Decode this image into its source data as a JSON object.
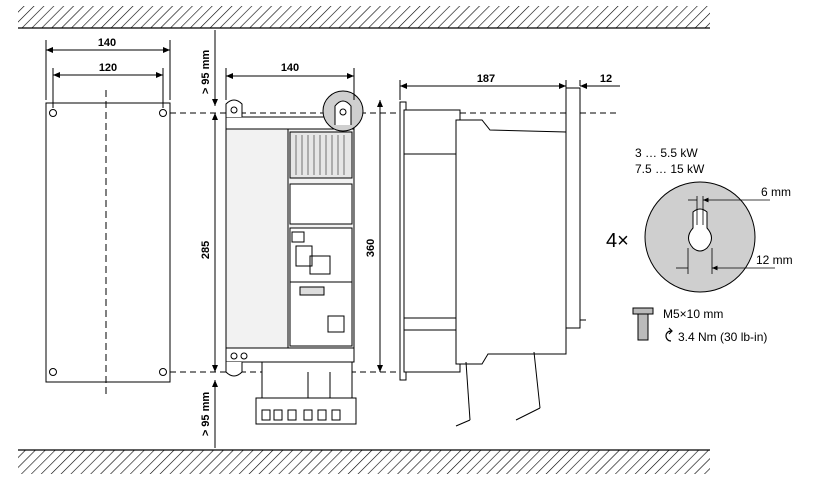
{
  "plate": {
    "width_outer": "140",
    "width_holes": "120"
  },
  "front": {
    "width": "140",
    "height_holes": "285",
    "height_total": "360",
    "clear_top": "> 95 mm",
    "clear_bottom": "> 95 mm"
  },
  "side": {
    "depth": "187",
    "depth_extra": "12"
  },
  "detail": {
    "power_range_1": "3 … 5.5 kW",
    "power_range_2": "7.5 … 15 kW",
    "quantity": "4×",
    "slot_width": "6 mm",
    "head_width": "12 mm",
    "screw_size": "M5×10 mm",
    "torque": "3.4 Nm (30 lb-in)"
  },
  "colors": {
    "line": "#000000",
    "grey_fill": "#cfcfcf",
    "device_fill": "#e8e8e8"
  }
}
